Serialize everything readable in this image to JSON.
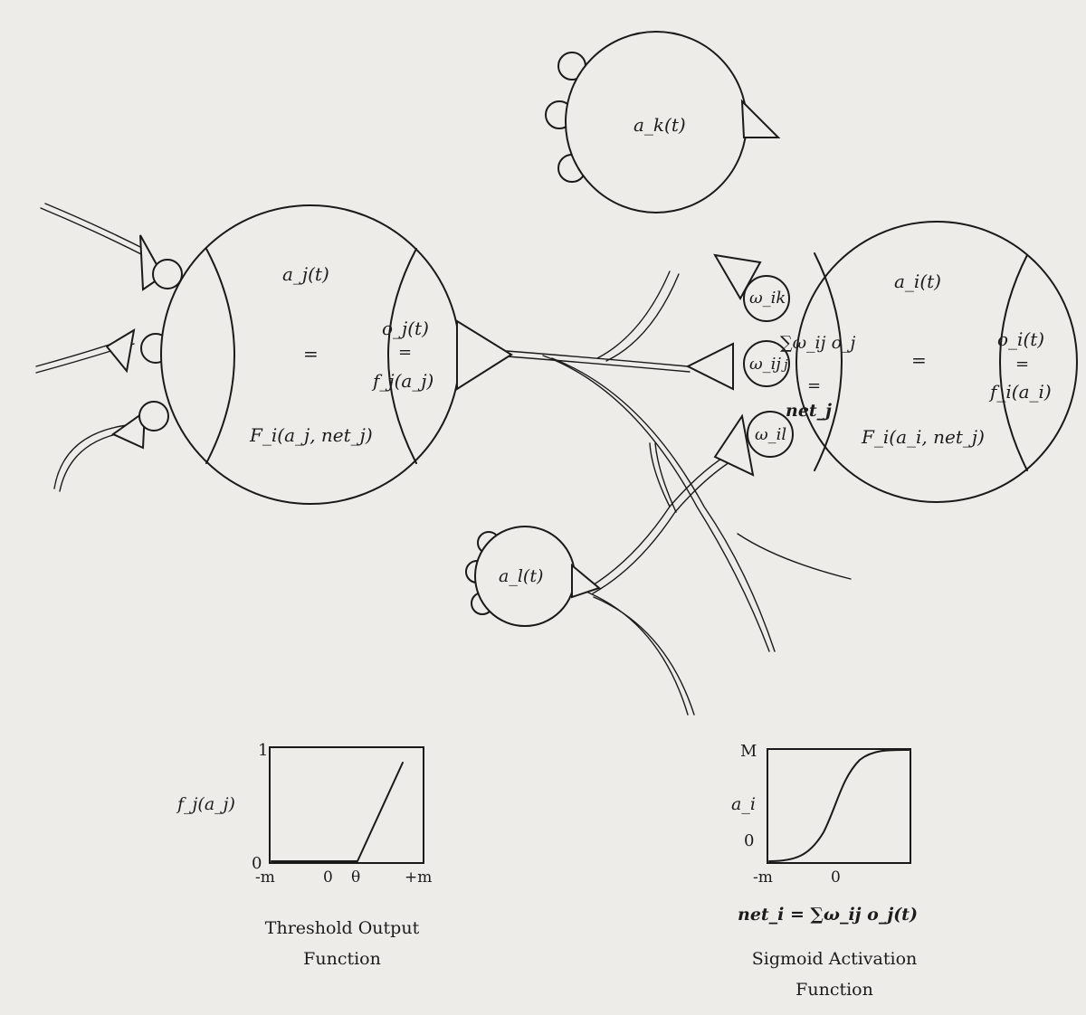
{
  "neurons": {
    "k": {
      "activation": "a_k(t)"
    },
    "j": {
      "activation": "a_j(t)",
      "equals": "=",
      "activation_function": "F_i(a_j, net_j)",
      "output": "o_j(t)",
      "output_equals": "=",
      "output_function": "f_j(a_j)"
    },
    "i": {
      "activation": "a_i(t)",
      "equals": "=",
      "activation_function": "F_i(a_i, net_j)",
      "output": "o_i(t)",
      "output_equals": "=",
      "output_function": "f_i(a_i)",
      "net_input_sum": "∑ω_ij o_j",
      "net_sum_index": "j",
      "net_equals": "=",
      "net_label": "net_j"
    },
    "l": {
      "activation": "a_l(t)"
    }
  },
  "weights": {
    "ik": "ω_ik",
    "ij": "ω_ij",
    "il": "ω_il"
  },
  "threshold_plot": {
    "y_top": "1",
    "y_zero": "0",
    "y_label": "f_j(a_j)",
    "x_ticks": [
      "-m",
      "0",
      "θ",
      "+m"
    ],
    "caption_line1": "Threshold Output",
    "caption_line2": "Function"
  },
  "sigmoid_plot": {
    "y_top": "M",
    "y_zero": "0",
    "y_label": "a_i",
    "x_ticks": [
      "-m",
      "0"
    ],
    "x_formula": "net_i = ∑ω_ij o_j(t)",
    "caption_line1": "Sigmoid Activation",
    "caption_line2": "Function"
  }
}
